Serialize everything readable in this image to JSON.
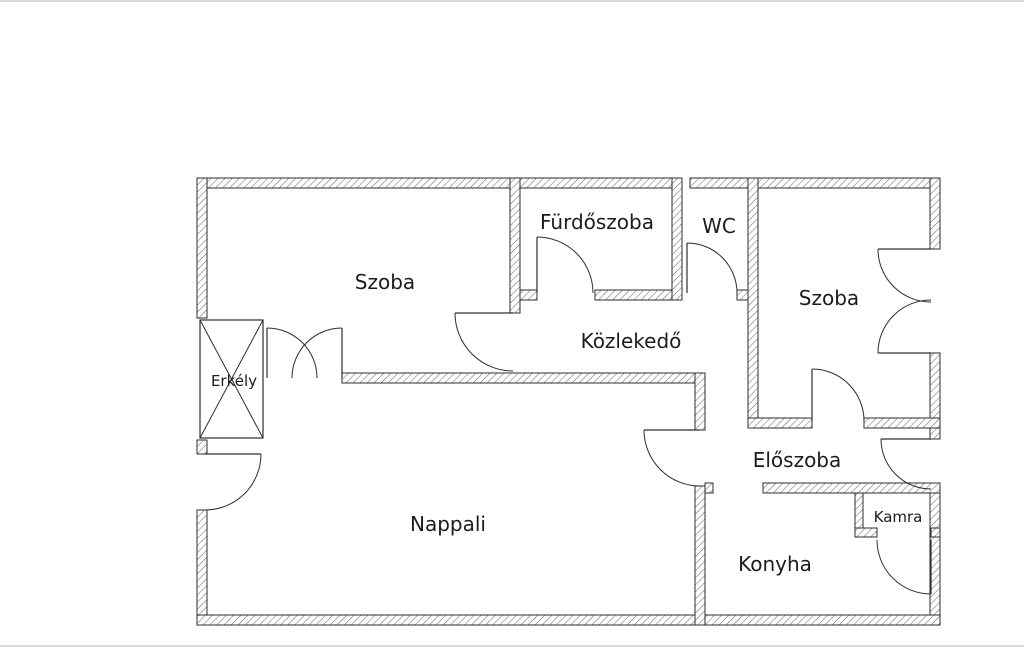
{
  "floorplan": {
    "rooms": {
      "szoba_left": {
        "label": "Szoba"
      },
      "furdoszoba": {
        "label": "Fürdőszoba"
      },
      "wc": {
        "label": "WC"
      },
      "szoba_right": {
        "label": "Szoba"
      },
      "kozlekedo": {
        "label": "Közlekedő"
      },
      "erkely": {
        "label": "Erkély"
      },
      "nappali": {
        "label": "Nappali"
      },
      "eloszoba": {
        "label": "Előszoba"
      },
      "kamra": {
        "label": "Kamra"
      },
      "konyha": {
        "label": "Konyha"
      }
    },
    "colors": {
      "background": "#ffffff",
      "wall_line": "#2e2e2e",
      "hatch": "#6f6f6f",
      "label": "#1c1c1c",
      "frame": "#d9d9d9"
    }
  }
}
